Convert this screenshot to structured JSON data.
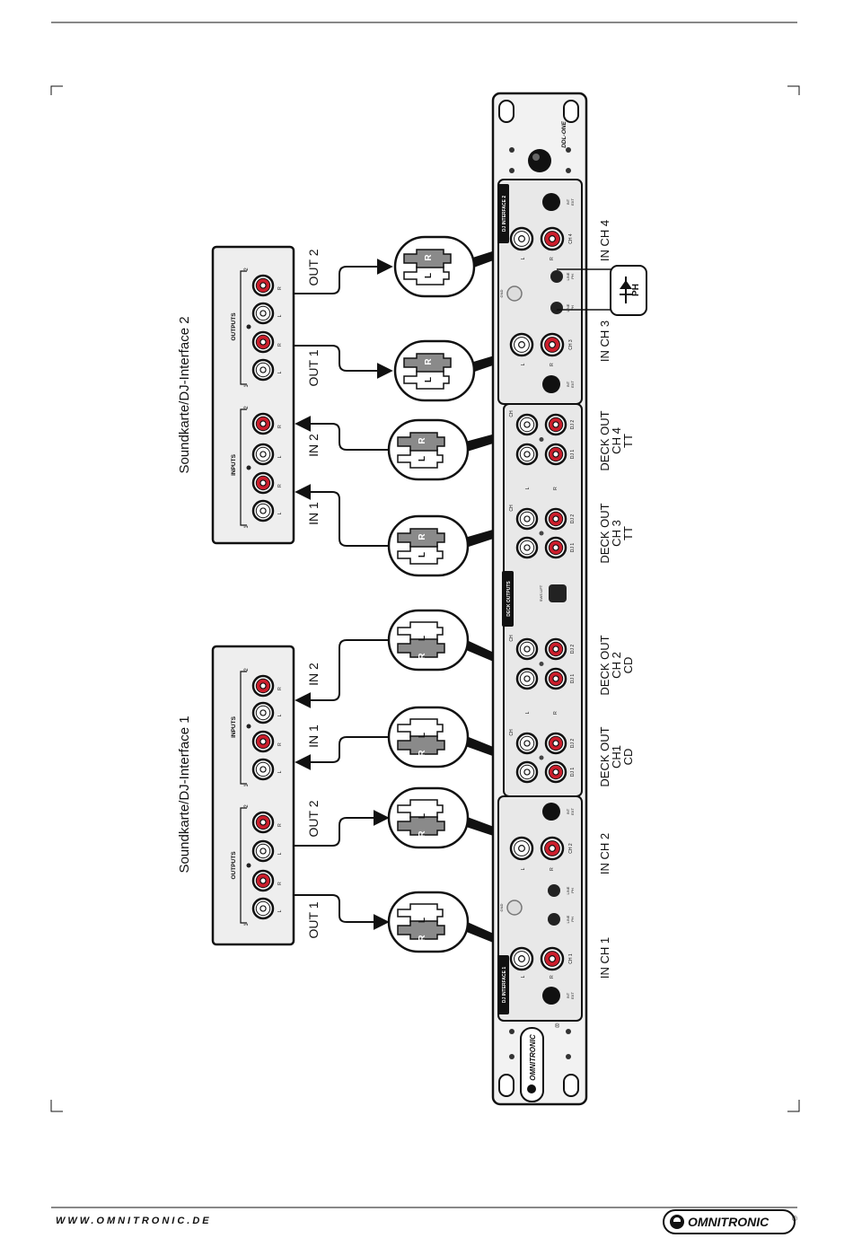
{
  "interface1": {
    "title": "Soundkarte/DJ-Interface 1",
    "outputs_label": "OUTPUTS",
    "inputs_label": "INPUTS",
    "jack_l": "L",
    "jack_r": "R",
    "num_1": "1",
    "num_2": "2",
    "out1": "OUT 1",
    "out2": "OUT 2",
    "in1": "IN 1",
    "in2": "IN 2"
  },
  "interface2": {
    "title": "Soundkarte/DJ-Interface 2",
    "inputs_label": "INPUTS",
    "outputs_label": "OUTPUTS",
    "jack_l": "L",
    "jack_r": "R",
    "num_1": "1",
    "num_2": "2",
    "in1": "IN 1",
    "in2": "IN 2",
    "out1": "OUT 1",
    "out2": "OUT 2"
  },
  "plug_letters": {
    "l": "L",
    "r": "R"
  },
  "ph_switch": {
    "label": "PH"
  },
  "device": {
    "brand": "OMNITRONIC",
    "model": "DDL-ONE",
    "panel_dj1": "DJ INTERFACE 1",
    "panel_dj2": "DJ INTERFACE 2",
    "panel_deck": "DECK OUTPUTS",
    "jack_ch1": "CH 1",
    "jack_ch2": "CH 2",
    "jack_ch3": "CH 3",
    "jack_ch4": "CH 4",
    "jack_dj1": "DJ 1",
    "jack_dj2": "DJ 2",
    "sw_int": "INT",
    "sw_ext": "EXT",
    "sw_line": "LINE",
    "sw_ph": "PH",
    "gnd": "GND",
    "deck_sw": "SWS LIFT",
    "ch_label": "CH",
    "l": "L",
    "r": "R"
  },
  "captions": {
    "in_ch1": "IN CH 1",
    "in_ch2": "IN CH 2",
    "deck_ch1": [
      "DECK OUT",
      "CH1",
      "CD"
    ],
    "deck_ch2": [
      "DECK OUT",
      "CH 2",
      "CD"
    ],
    "deck_ch3": [
      "DECK OUT",
      "CH 3",
      "TT"
    ],
    "deck_ch4": [
      "DECK OUT",
      "CH 4",
      "TT"
    ],
    "in_ch3": "IN CH 3",
    "in_ch4": "IN CH 4"
  },
  "footer": {
    "url": "WWW.OMNITRONIC.DE",
    "logo": "OMNITRONIC",
    "reg": "®"
  },
  "colors": {
    "line": "#111111",
    "panel_fill": "#eeeeee",
    "jack_red": "#cc1e2c",
    "jack_white": "#ffffff",
    "plug_grey": "#8a8a8a"
  }
}
